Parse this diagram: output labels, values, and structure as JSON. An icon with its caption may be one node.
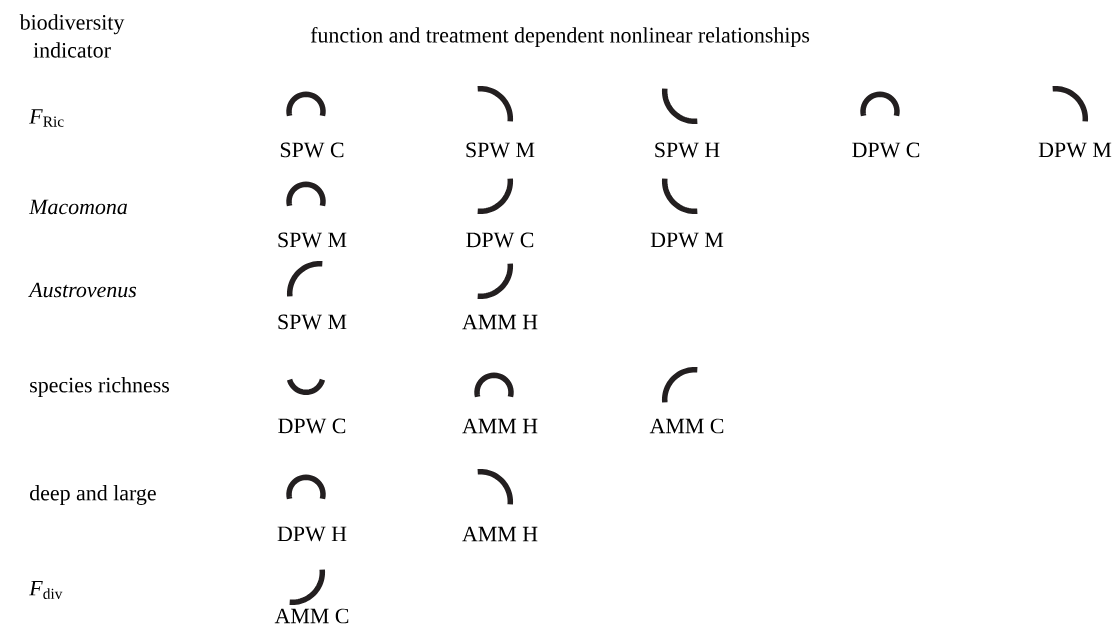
{
  "diagram": {
    "nodes": [
      {
        "text": [],
        "shape": "arch",
        "beside": [
          "SPW C"
        ]
      },
      {
        "text": [],
        "shape": "downturn",
        "beside": [
          "SPW M"
        ]
      },
      {
        "text": [],
        "shape": "fall",
        "beside": [
          "SPW H"
        ]
      },
      {
        "text": [],
        "shape": "arch",
        "beside": [
          "DPW C"
        ]
      },
      {
        "text": [],
        "shape": "downturn",
        "beside": [
          "DPW M"
        ]
      },
      {
        "text": [],
        "shape": "arch",
        "beside": [
          "SPW M"
        ]
      },
      {
        "text": [],
        "shape": "upturn",
        "beside": [
          "DPW C"
        ]
      },
      {
        "text": [],
        "shape": "fall",
        "beside": [
          "DPW M"
        ]
      },
      {
        "text": [],
        "shape": "rise",
        "beside": [
          "SPW M"
        ]
      },
      {
        "text": [],
        "shape": "upturn",
        "beside": [
          "AMM H"
        ]
      },
      {
        "text": [],
        "shape": "cup",
        "beside": [
          "DPW C"
        ]
      },
      {
        "text": [],
        "shape": "arch",
        "beside": [
          "AMM H"
        ]
      },
      {
        "text": [],
        "shape": "rise",
        "beside": [
          "AMM C"
        ]
      },
      {
        "text": [],
        "shape": "arch",
        "beside": [
          "DPW H"
        ]
      },
      {
        "text": [],
        "shape": "downturn",
        "beside": [
          "AMM H"
        ]
      },
      {
        "text": [],
        "shape": "upturn",
        "beside": [
          "AMM C"
        ]
      }
    ],
    "labels": [
      "biodiversity indicator",
      "function and treatment dependent nonlinear relationships",
      "*F*$_{Ric}$",
      "Macomona",
      "Austrovenus",
      "species richness",
      "deep and large",
      "*F*$_{div}$"
    ]
  }
}
